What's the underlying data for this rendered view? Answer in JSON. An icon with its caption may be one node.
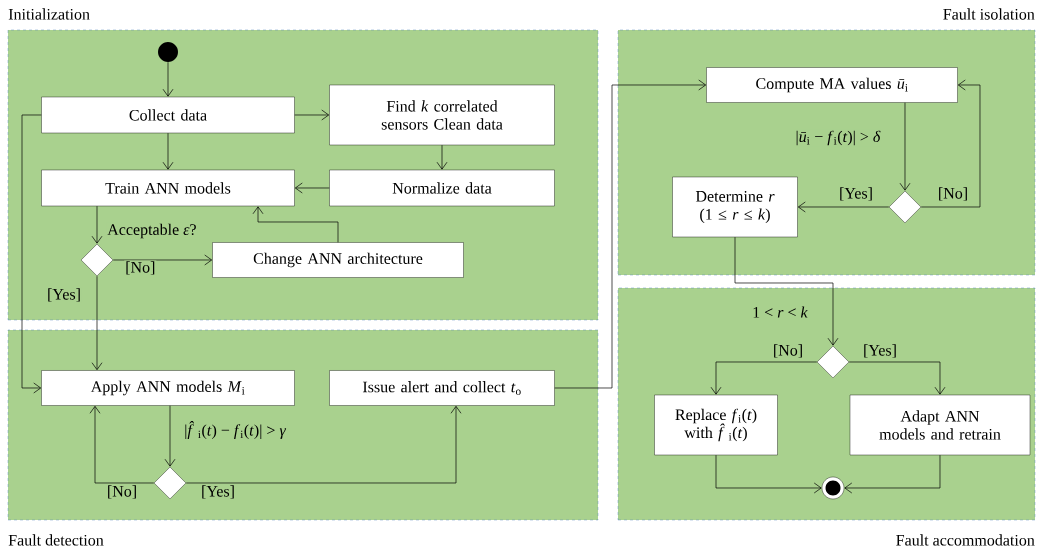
{
  "diagram": {
    "nodes": [
      {
        "text": [
          "Initialization"
        ]
      },
      {
        "text": [],
        "shape": "circle",
        "in": 0
      },
      {
        "text": [
          "Collect data"
        ],
        "in": 0
      },
      {
        "text": [
          "Find *k* correlated sensors Clean data"
        ],
        "in": 0
      },
      {
        "text": [
          "Train ANN models"
        ],
        "in": 0
      },
      {
        "text": [
          "Normalize data"
        ],
        "in": 0
      },
      {
        "text": [],
        "shape": "diamond",
        "in": 0
      },
      {
        "text": [
          "Change ANN architecture"
        ],
        "in": 0
      },
      {
        "text": [
          "Fault detection"
        ]
      },
      {
        "text": [
          "Apply ANN models *M*$_{i}$"
        ],
        "in": 8
      },
      {
        "text": [
          "Issue alert and collect *t*$_{o}$"
        ],
        "in": 8
      },
      {
        "text": [],
        "shape": "diamond",
        "in": 8
      },
      {
        "text": [
          "Fault isolation"
        ]
      },
      {
        "text": [
          "Compute MA values *ū*$_{i}$"
        ],
        "in": 12
      },
      {
        "text": [
          "Determine *r* (1 ≤ *r* ≤ *k*)"
        ],
        "in": 12
      },
      {
        "text": [],
        "shape": "diamond",
        "in": 12
      },
      {
        "text": [
          "Fault accommodation"
        ]
      },
      {
        "text": [],
        "shape": "diamond",
        "in": 16
      },
      {
        "text": [
          "Replace *f*$_{i}$(*t*) with *f̂*$_{i}$(*t*)"
        ],
        "in": 16
      },
      {
        "text": [
          "Adapt ANN models and retrain"
        ],
        "in": 16
      },
      {
        "text": [],
        "shape": "circle",
        "in": 16
      }
    ],
    "edges": [
      {
        "from": 1,
        "to": 2,
        "arrow": "to"
      },
      {
        "from": 2,
        "to": 3,
        "arrow": "to"
      },
      {
        "from": 2,
        "to": 4,
        "arrow": "to"
      },
      {
        "from": 3,
        "to": 5,
        "arrow": "to"
      },
      {
        "from": 5,
        "to": 4,
        "arrow": "to"
      },
      {
        "from": 4,
        "to": 6,
        "arrow": "to",
        "label": "Acceptable *ε*?"
      },
      {
        "from": 6,
        "to": 7,
        "arrow": "to",
        "label": "[No]"
      },
      {
        "from": 7,
        "to": 4,
        "arrow": "to"
      },
      {
        "from": 6,
        "to": 9,
        "arrow": "to",
        "label": "[Yes]"
      },
      {
        "from": 2,
        "to": 9,
        "arrow": "to"
      },
      {
        "from": 9,
        "to": 11,
        "arrow": "to",
        "label": "|*f̂*$_{i}$(*t*) − *f*$_{i}$(*t*)| > *γ*"
      },
      {
        "from": 11,
        "to": 9,
        "arrow": "to",
        "label": "[No]"
      },
      {
        "from": 11,
        "to": 10,
        "arrow": "to",
        "label": "[Yes]"
      },
      {
        "from": 10,
        "to": 13,
        "arrow": "to"
      },
      {
        "from": 13,
        "to": 15,
        "arrow": "to",
        "label": "|*ū*$_{i}$ − *f*$_{i}$(*t*)| > *δ*"
      },
      {
        "from": 15,
        "to": 14,
        "arrow": "to",
        "label": "[Yes]"
      },
      {
        "from": 15,
        "to": 13,
        "arrow": "to",
        "label": "[No]"
      },
      {
        "from": 14,
        "to": 17,
        "arrow": "to",
        "label": "1 < *r* < *k*"
      },
      {
        "from": 17,
        "to": 18,
        "arrow": "to",
        "label": "[No]"
      },
      {
        "from": 17,
        "to": 19,
        "arrow": "to",
        "label": "[Yes]"
      },
      {
        "from": 18,
        "to": 20,
        "arrow": "to"
      },
      {
        "from": 19,
        "to": 20,
        "arrow": "to"
      }
    ]
  }
}
